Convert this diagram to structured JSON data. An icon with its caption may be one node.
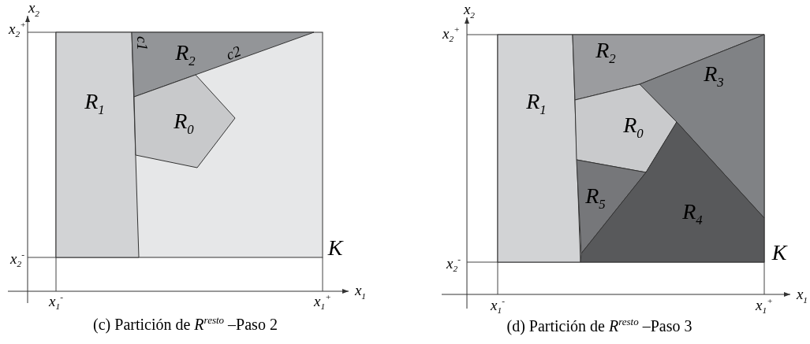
{
  "diagram": {
    "nodes": [
      {
        "text": [
          "K"
        ]
      },
      {
        "text": [
          "R$_{1}$"
        ],
        "in": 0
      },
      {
        "text": [
          "R$_{2}$"
        ],
        "in": 0
      },
      {
        "text": [
          "R$_{0}$"
        ],
        "in": 0
      },
      {
        "text": [
          "K"
        ]
      },
      {
        "text": [
          "R$_{1}$"
        ],
        "in": 4
      },
      {
        "text": [
          "R$_{2}$"
        ],
        "in": 4
      },
      {
        "text": [
          "R$_{3}$"
        ],
        "in": 4
      },
      {
        "text": [
          "R$_{0}$"
        ],
        "in": 4
      },
      {
        "text": [
          "R$_{5}$"
        ],
        "in": 4
      },
      {
        "text": [
          "R$_{4}$"
        ],
        "in": 4
      }
    ],
    "edges": [],
    "labels": [
      "x$_{2}$",
      "x$_{2}$$^{+}$",
      "c1",
      "c2",
      "x$_{2}$$^{-}$",
      "x$_{1}$",
      "x$_{1}$$^{-}$",
      "x$_{1}$$^{+}$",
      "(c) Partición de *R*$^{resto}$ –Paso 2",
      "x$_{2}$",
      "x$_{2}$$^{+}$",
      "x$_{2}$$^{-}$",
      "x$_{1}$",
      "x$_{1}$$^{-}$",
      "x$_{1}$$^{+}$",
      "(d) Partición de *R*$^{resto}$ –Paso 3"
    ]
  }
}
